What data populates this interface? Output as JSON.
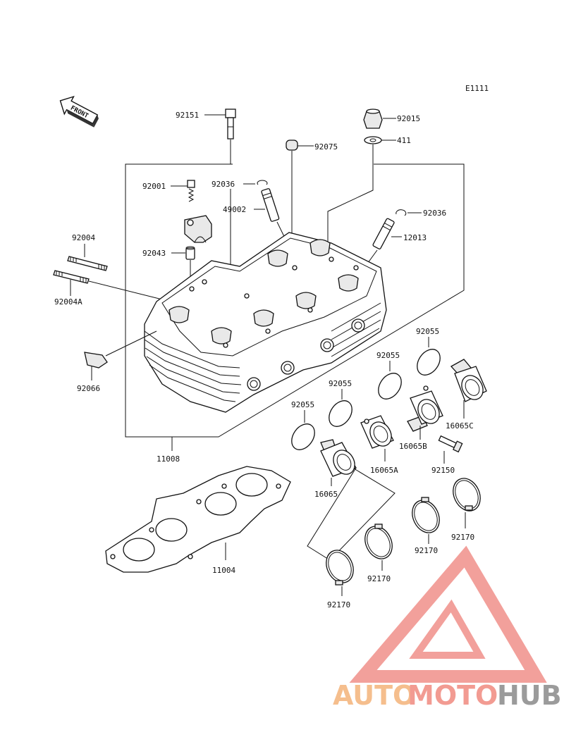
{
  "diagram_code": "E1111",
  "front_label": "FRONT",
  "parts": {
    "p92151": "92151",
    "p92015": "92015",
    "p92075": "92075",
    "p411": "411",
    "p92001": "92001",
    "p92036a": "92036",
    "p49002": "49002",
    "p92036b": "92036",
    "p12013": "12013",
    "p92004": "92004",
    "p92004A": "92004A",
    "p92043": "92043",
    "p92066": "92066",
    "p11008": "11008",
    "p92055a": "92055",
    "p92055b": "92055",
    "p92055c": "92055",
    "p92055d": "92055",
    "p16065C": "16065C",
    "p16065B": "16065B",
    "p16065A": "16065A",
    "p16065": "16065",
    "p92150": "92150",
    "p11004": "11004",
    "p92170a": "92170",
    "p92170b": "92170",
    "p92170c": "92170",
    "p92170d": "92170"
  },
  "watermark": {
    "auto": "AUTO",
    "moto": "MOTO",
    "hub": "HUB",
    "colors": {
      "auto": "#f4b37a",
      "moto": "#f08a80",
      "hub": "#8a8a8a",
      "triangle": "#f0908a"
    }
  }
}
